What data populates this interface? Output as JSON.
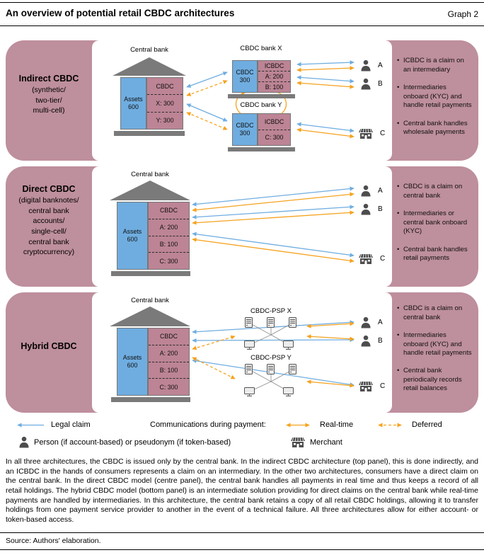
{
  "header": {
    "title": "An overview of potential retail CBDC architectures",
    "graph_label": "Graph 2"
  },
  "panels": {
    "indirect": {
      "title": "Indirect CBDC",
      "subtitle": [
        "(synthetic/",
        "two-tier/",
        "multi-cell)"
      ],
      "central_bank": {
        "label": "Central bank",
        "assets": [
          "Assets",
          "600"
        ],
        "liab_header": "CBDC",
        "liab_rows": [
          "X: 300",
          "Y: 300"
        ]
      },
      "bank_x": {
        "label": "CBDC bank X",
        "left": [
          "CBDC",
          "300"
        ],
        "right_header": "ICBDC",
        "right_rows": [
          "A: 200",
          "B: 100"
        ]
      },
      "bank_y": {
        "label": "CBDC bank Y",
        "left": [
          "CBDC",
          "300"
        ],
        "right_header": "ICBDC",
        "right_rows": [
          "C: 300"
        ]
      },
      "actors": [
        {
          "type": "person",
          "label": "A"
        },
        {
          "type": "person",
          "label": "B"
        },
        {
          "type": "merchant",
          "label": "C"
        }
      ],
      "bullets": [
        "ICBDC is a claim on an intermediary",
        "Intermediaries onboard (KYC) and handle retail payments",
        "Central bank handles wholesale payments"
      ]
    },
    "direct": {
      "title": "Direct CBDC",
      "subtitle": [
        "(digital banknotes/",
        "central bank",
        "accounts/",
        "single-cell/",
        "central bank",
        "cryptocurrency)"
      ],
      "central_bank": {
        "label": "Central bank",
        "assets": [
          "Assets",
          "600"
        ],
        "liab_header": "CBDC",
        "liab_rows": [
          "A: 200",
          "B: 100",
          "C: 300"
        ]
      },
      "actors": [
        {
          "type": "person",
          "label": "A"
        },
        {
          "type": "person",
          "label": "B"
        },
        {
          "type": "merchant",
          "label": "C"
        }
      ],
      "bullets": [
        "CBDC is a claim on central bank",
        "Intermediaries or central bank onboard (KYC)",
        "Central bank handles retail payments"
      ]
    },
    "hybrid": {
      "title": "Hybrid CBDC",
      "central_bank": {
        "label": "Central bank",
        "assets": [
          "Assets",
          "600"
        ],
        "liab_header": "CBDC",
        "liab_rows": [
          "A: 200",
          "B: 100",
          "C: 300"
        ]
      },
      "psp_x": {
        "label": "CBDC-PSP X"
      },
      "psp_y": {
        "label": "CBDC-PSP Y"
      },
      "actors": [
        {
          "type": "person",
          "label": "A"
        },
        {
          "type": "person",
          "label": "B"
        },
        {
          "type": "merchant",
          "label": "C"
        }
      ],
      "bullets": [
        "CBDC is a claim on central bank",
        "Intermediaries onboard (KYC) and handle retail payments",
        "Central bank periodically records retail balances"
      ]
    }
  },
  "legend": {
    "legal_claim": "Legal claim",
    "communications": "Communications during payment:",
    "real_time": "Real-time",
    "deferred": "Deferred",
    "person": "Person (if account-based) or pseudonym (if token-based)",
    "merchant": "Merchant"
  },
  "caption": "In all three architectures, the CBDC is issued only by the central bank. In the indirect CBDC architecture (top panel), this is done indirectly, and an ICBDC in the hands of consumers represents a claim on an intermediary. In the other two architectures, consumers have a direct claim on the central bank. In the direct CBDC model (centre panel), the central bank handles all payments in real time and thus keeps a record of all retail holdings. The hybrid CBDC model (bottom panel) is an intermediate solution providing for direct claims on the central bank while real-time payments are handled by intermediaries. In this architecture, the central bank retains a copy of all retail CBDC holdings, allowing it to transfer holdings from one payment service provider to another in the event of a technical failure. All three architectures allow for either account- or token-based access.",
  "source": "Source: Authors' elaboration.",
  "colors": {
    "panel_rose": "#BE8F9D",
    "box_pink": "#BC8495",
    "box_blue": "#6FADE0",
    "arrow_blue": "#6FADE0",
    "arrow_orange": "#F6A21E",
    "building_gray": "#7A7A7A"
  },
  "icons": {
    "person": "person-icon",
    "merchant": "merchant-shop-icon",
    "central_bank": "bank-building-icon",
    "psp": "server-cluster-icon"
  }
}
